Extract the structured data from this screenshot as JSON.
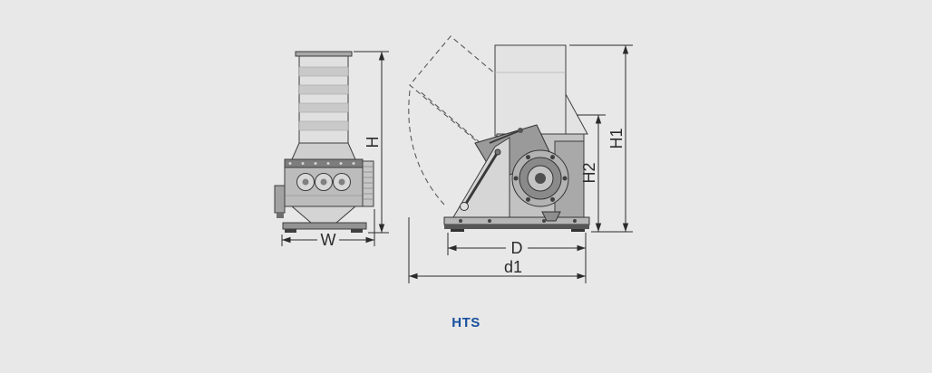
{
  "background_color": "#e8e8e8",
  "diagram": {
    "caption": "HTS",
    "dimensions": {
      "front_width": "W",
      "front_height": "H",
      "side_depth": "D",
      "side_depth_overall": "d1",
      "side_height_overall": "H1",
      "side_height_body": "H2"
    },
    "colors": {
      "caption_blue": "#17509e",
      "dimension_lines": "#2b2b2b",
      "machine_linework": "#3c3c3c",
      "background": "#e8e8e8"
    }
  }
}
